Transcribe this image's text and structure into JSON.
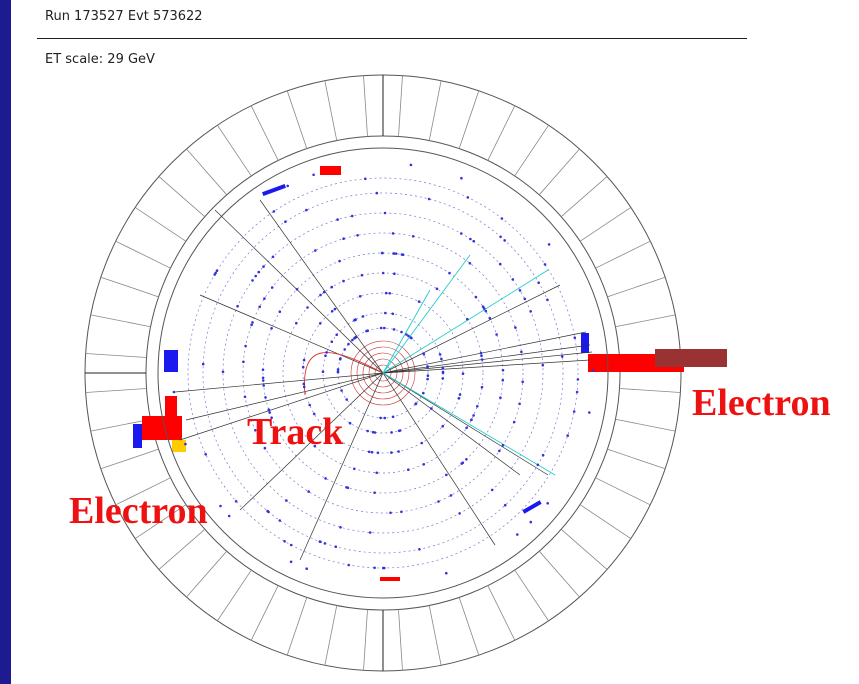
{
  "header": {
    "run_event": "Run 173527 Evt 573622",
    "et_scale": "ET scale: 29 GeV"
  },
  "annotations": {
    "electron_right": "Electron",
    "track": "Track",
    "electron_left": "Electron"
  },
  "colors": {
    "frame": "#1d1b8f",
    "em_deposit": "#ff0000",
    "had_deposit": "#993333",
    "muon_hits": "#1a1aee",
    "track_hits": "#3333dd",
    "cyan_tracks": "#22cccc",
    "yellow_deposit": "#ffcc00"
  }
}
